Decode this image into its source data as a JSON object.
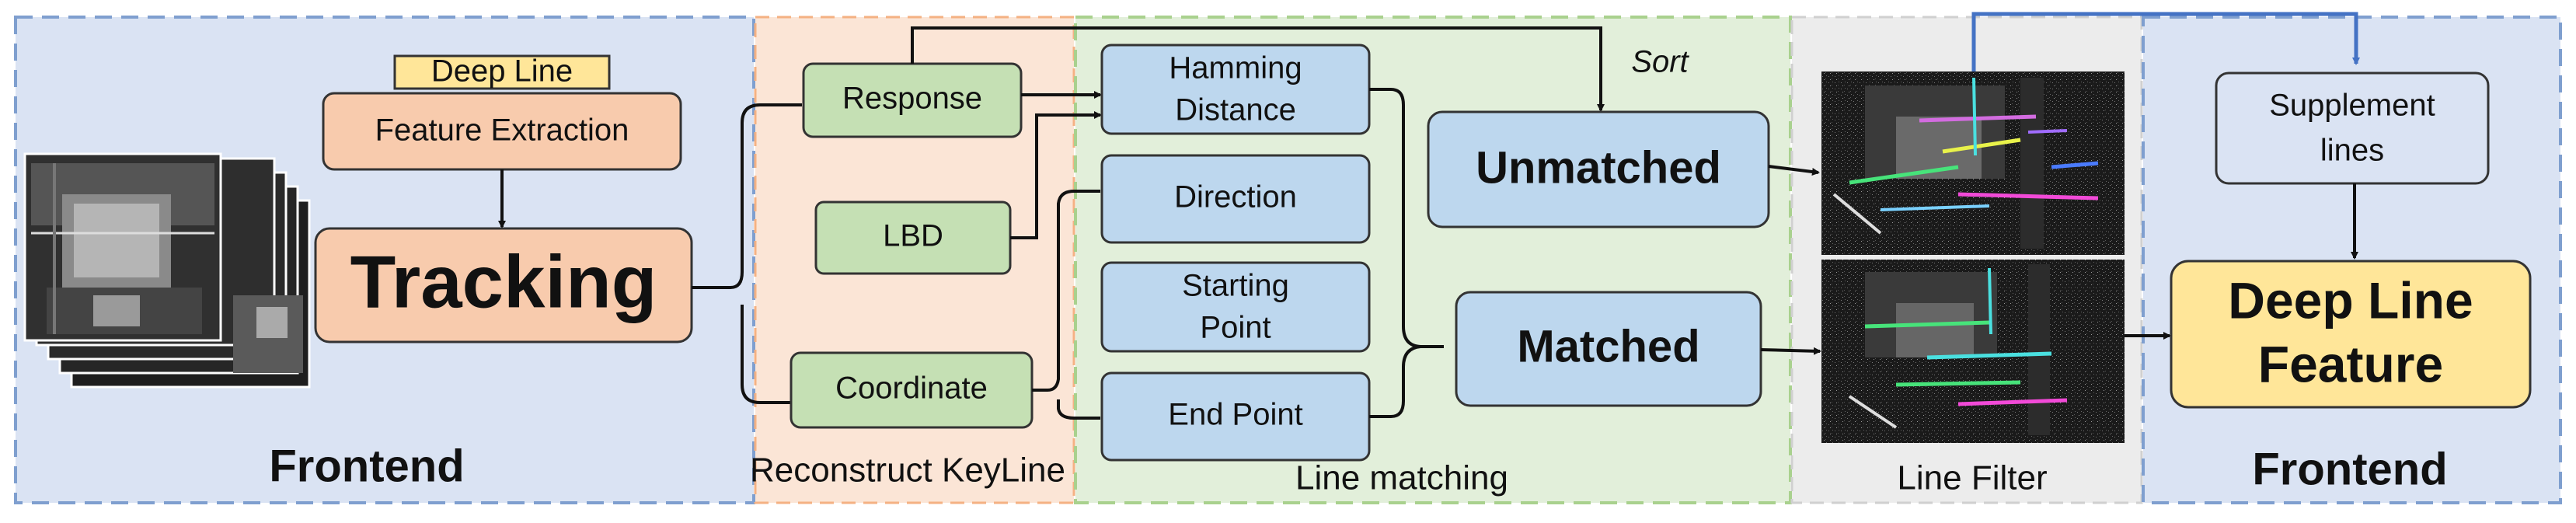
{
  "sections": {
    "frontend_left": "Frontend",
    "reconstruct": "Reconstruct KeyLine",
    "line_matching": "Line matching",
    "line_filter": "Line Filter",
    "frontend_right": "Frontend"
  },
  "boxes": {
    "deep_line": "Deep Line",
    "feature_extraction": "Feature Extraction",
    "tracking": "Tracking",
    "response": "Response",
    "lbd": "LBD",
    "coordinate": "Coordinate",
    "hamming_1": "Hamming",
    "hamming_2": "Distance",
    "direction": "Direction",
    "starting_1": "Starting",
    "starting_2": "Point",
    "end_point": "End Point",
    "unmatched": "Unmatched",
    "matched": "Matched",
    "supplement_1": "Supplement",
    "supplement_2": "lines",
    "deep_line_feature_1": "Deep Line",
    "deep_line_feature_2": "Feature"
  },
  "annotations": {
    "sort": "Sort"
  },
  "colors": {
    "frontend_bg": "#dae3f3",
    "frontend_border": "#7f9fcf",
    "reconstruct_bg": "#fbe5d6",
    "matching_bg": "#e2efda",
    "filter_bg": "#ececec",
    "orange_box": "#f8cbad",
    "green_box": "#c5e0b4",
    "blue_box": "#bdd7ee",
    "yellow_box": "#ffe699",
    "arrow_blue": "#4472c4"
  }
}
